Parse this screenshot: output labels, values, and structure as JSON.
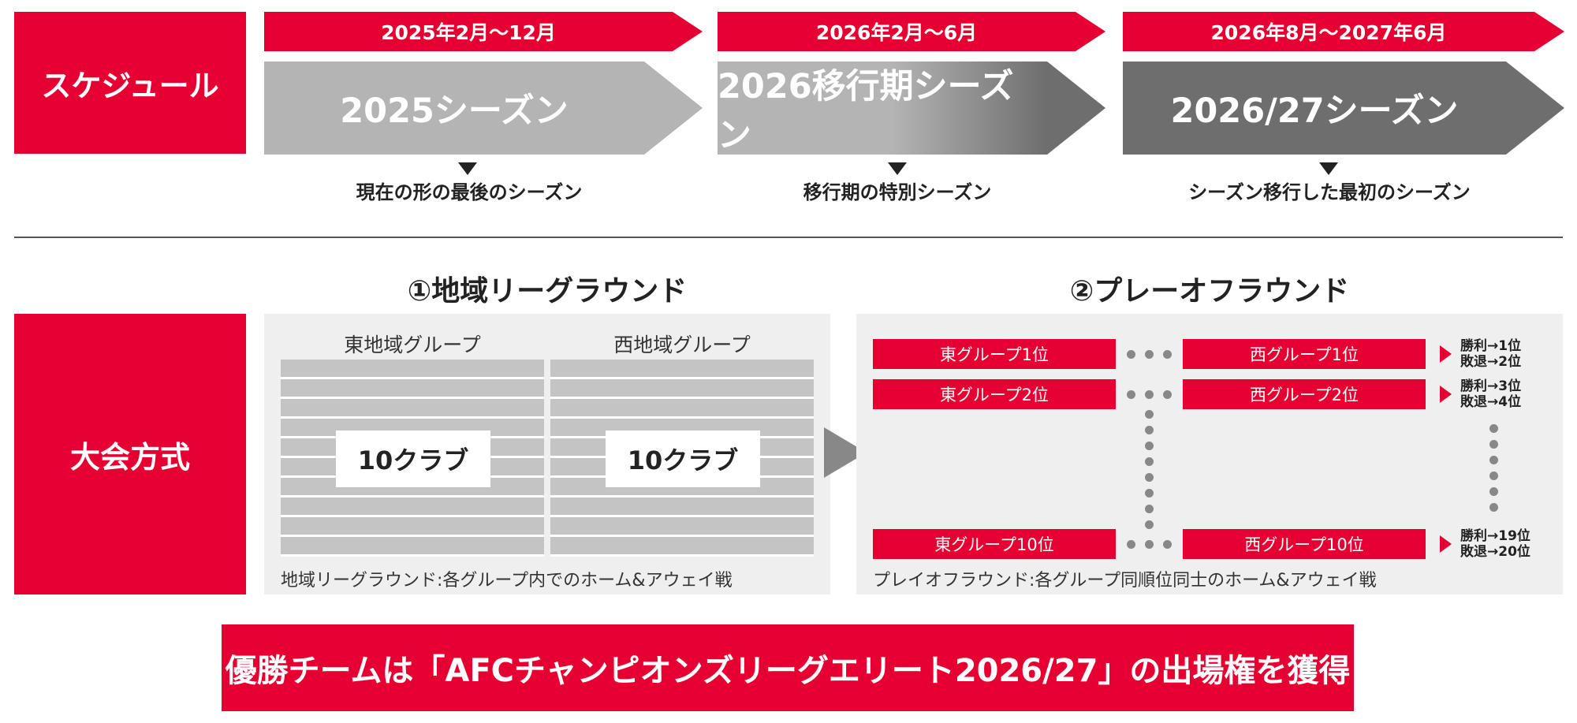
{
  "schedule": {
    "label": "スケジュール",
    "periods": [
      {
        "date": "2025年2月〜12月",
        "season": "2025シーズン",
        "caption": "現在の形の最後のシーズン"
      },
      {
        "date": "2026年2月〜6月",
        "season": "2026移行期シーズン",
        "caption": "移行期の特別シーズン"
      },
      {
        "date": "2026年8月〜2027年6月",
        "season": "2026/27シーズン",
        "caption": "シーズン移行した最初のシーズン"
      }
    ]
  },
  "format": {
    "label": "大会方式",
    "league_round": {
      "title": "①地域リーグラウンド",
      "groups": [
        {
          "name": "東地域グループ",
          "clubs": "10クラブ"
        },
        {
          "name": "西地域グループ",
          "clubs": "10クラブ"
        }
      ],
      "note": "地域リーグラウンド:各グループ内でのホーム&アウェイ戦"
    },
    "playoff_round": {
      "title": "②プレーオフラウンド",
      "pairs": [
        {
          "east": "東グループ1位",
          "west": "西グループ1位",
          "win": "勝利→1位",
          "lose": "敗退→2位"
        },
        {
          "east": "東グループ2位",
          "west": "西グループ2位",
          "win": "勝利→3位",
          "lose": "敗退→4位"
        },
        {
          "east": "東グループ10位",
          "west": "西グループ10位",
          "win": "勝利→19位",
          "lose": "敗退→20位"
        }
      ],
      "note": "プレイオフラウンド:各グループ同順位同士のホーム&アウェイ戦"
    }
  },
  "banner": {
    "text": "優勝チームは「AFCチャンピオンズリーグエリート2026/27」の出場権を獲得"
  },
  "colors": {
    "accent": "#e60032",
    "season1": "#b4b4b4",
    "season3": "#6e6e6e",
    "panel": "#efefef"
  }
}
